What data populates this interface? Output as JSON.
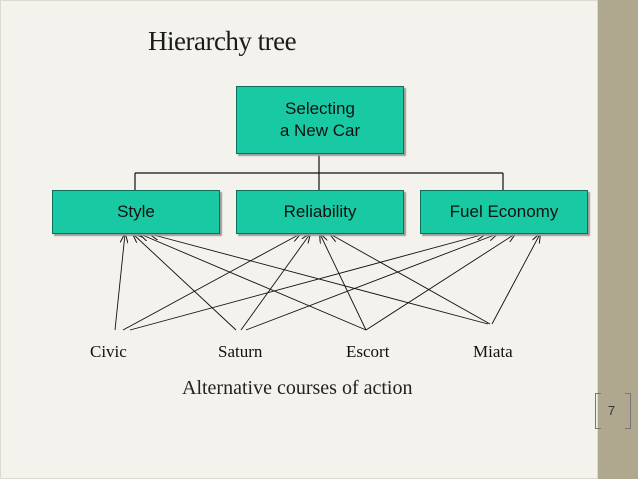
{
  "title": "Hierarchy tree",
  "goal": {
    "line1": "Selecting",
    "line2": "a New Car"
  },
  "criteria": [
    "Style",
    "Reliability",
    "Fuel Economy"
  ],
  "alternatives": [
    "Civic",
    "Saturn",
    "Escort",
    "Miata"
  ],
  "caption": "Alternative courses of action",
  "page_number": "7",
  "colors": {
    "box_fill": "#19c9a3",
    "accent_bar": "#b0a88e"
  }
}
